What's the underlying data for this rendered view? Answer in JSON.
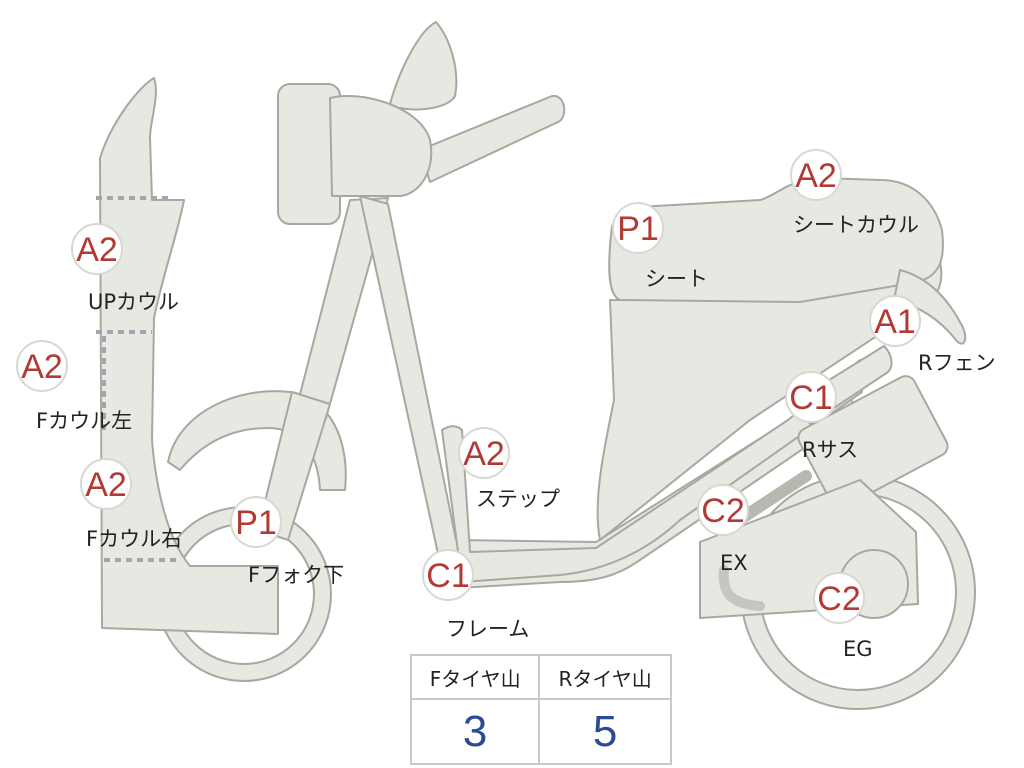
{
  "colors": {
    "body_fill": "#e8e8e3",
    "body_stroke": "#a8a8a0",
    "badge_text": "#b23a34",
    "label_text": "#222222",
    "value_text": "#2a4c93",
    "table_border": "#c9c9c9"
  },
  "parts": [
    {
      "id": "up-cowl",
      "grade": "A2",
      "label": "UPカウル"
    },
    {
      "id": "f-cowl-left",
      "grade": "A2",
      "label": "Fカウル左"
    },
    {
      "id": "f-cowl-right",
      "grade": "A2",
      "label": "Fカウル右"
    },
    {
      "id": "f-fork-lower",
      "grade": "P1",
      "label": "Fフォク下"
    },
    {
      "id": "step",
      "grade": "A2",
      "label": "ステップ"
    },
    {
      "id": "frame",
      "grade": "C1",
      "label": "フレーム"
    },
    {
      "id": "seat",
      "grade": "P1",
      "label": "シート"
    },
    {
      "id": "seat-cowl",
      "grade": "A2",
      "label": "シートカウル"
    },
    {
      "id": "r-fender",
      "grade": "A1",
      "label": "Rフェン"
    },
    {
      "id": "r-suspension",
      "grade": "C1",
      "label": "Rサス"
    },
    {
      "id": "exhaust",
      "grade": "C2",
      "label": "EX"
    },
    {
      "id": "engine",
      "grade": "C2",
      "label": "EG"
    }
  ],
  "tire_table": {
    "headers": [
      "Fタイヤ山",
      "Rタイヤ山"
    ],
    "values": [
      "3",
      "5"
    ]
  }
}
